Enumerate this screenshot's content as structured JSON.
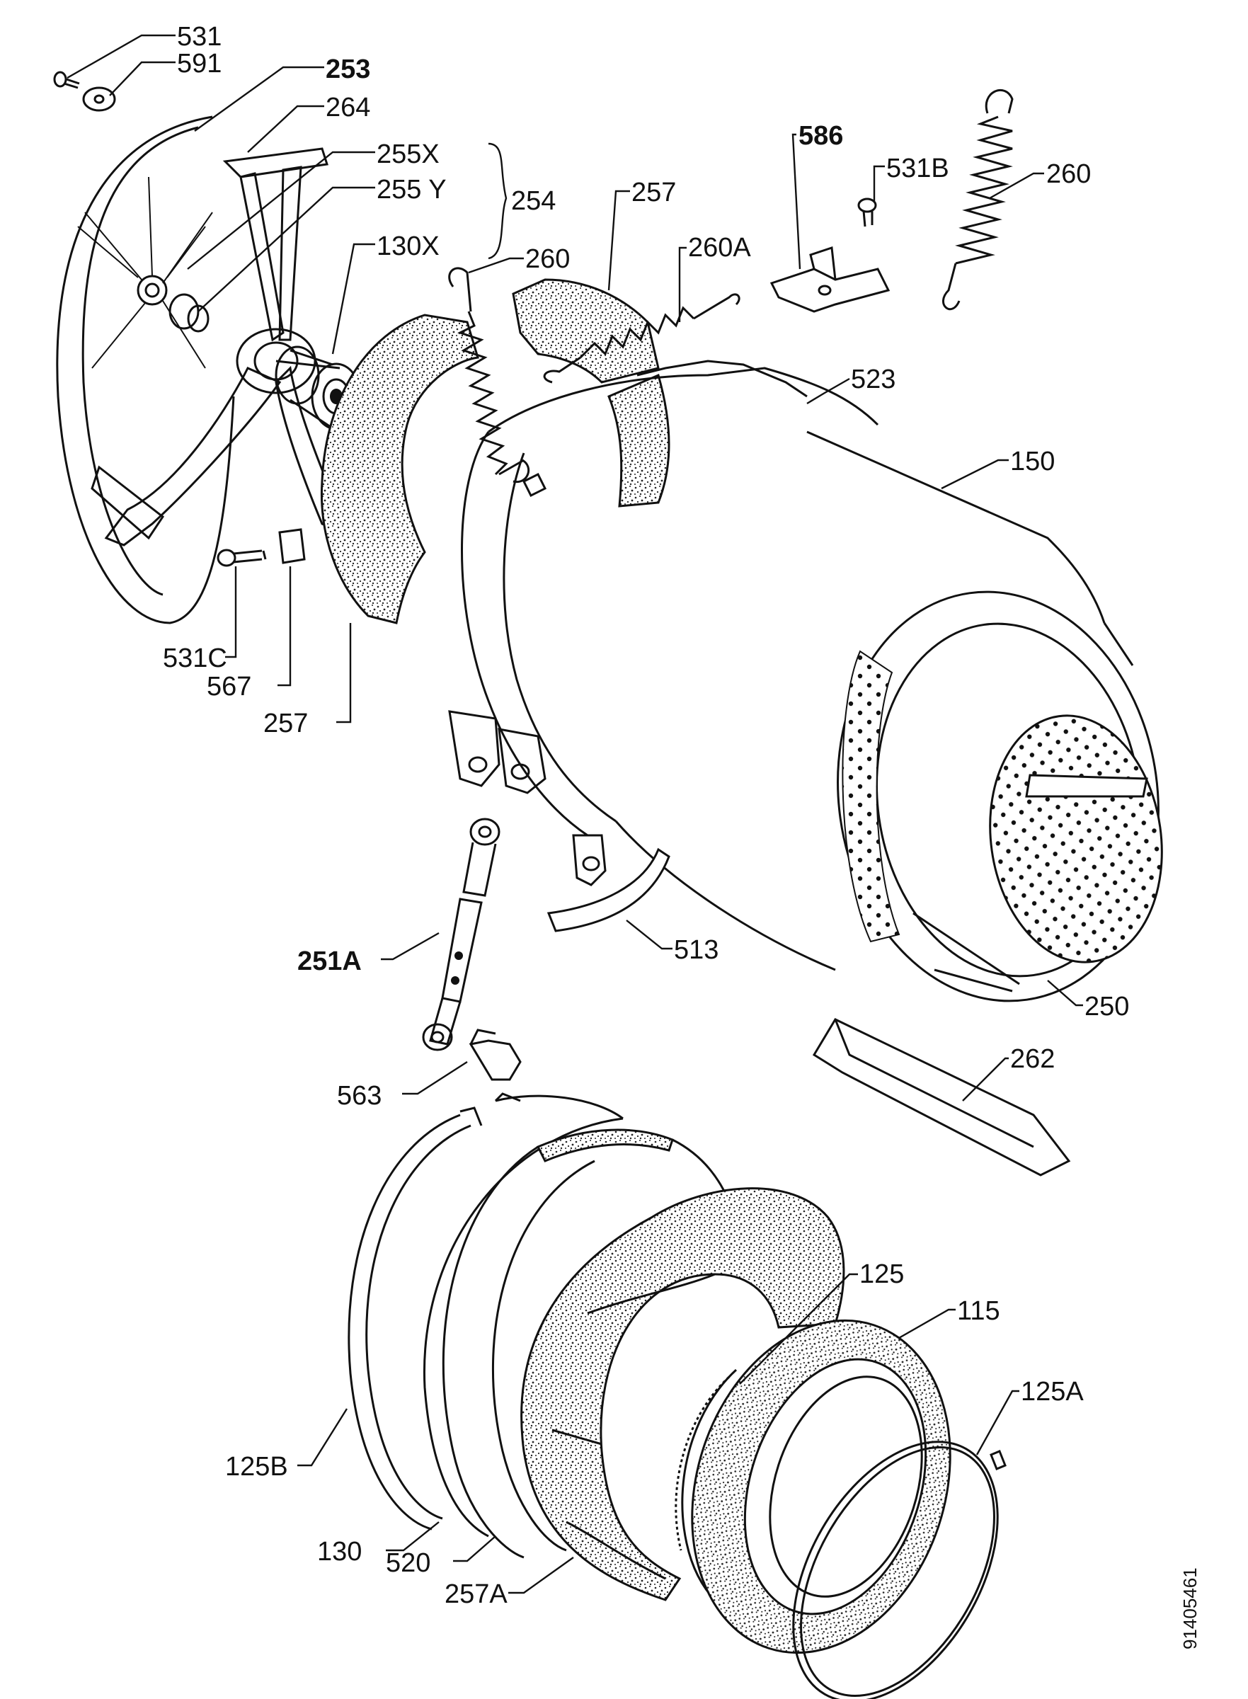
{
  "labels": {
    "l531": "531",
    "l591": "591",
    "l253": "253",
    "l264": "264",
    "l255x": "255X",
    "l255y": "255 Y",
    "l254": "254",
    "l130x": "130X",
    "l260a": "260",
    "l257a": "257",
    "l260A": "260A",
    "l586": "586",
    "l531b": "531B",
    "l260b": "260",
    "l523": "523",
    "l150": "150",
    "l531c": "531C",
    "l567": "567",
    "l257b": "257",
    "l251A": "251A",
    "l513": "513",
    "l250": "250",
    "l563": "563",
    "l262": "262",
    "l125": "125",
    "l115": "115",
    "l125A": "125A",
    "l125B": "125B",
    "l130": "130",
    "l520": "520",
    "l257A": "257A"
  },
  "document_number": "91405461"
}
